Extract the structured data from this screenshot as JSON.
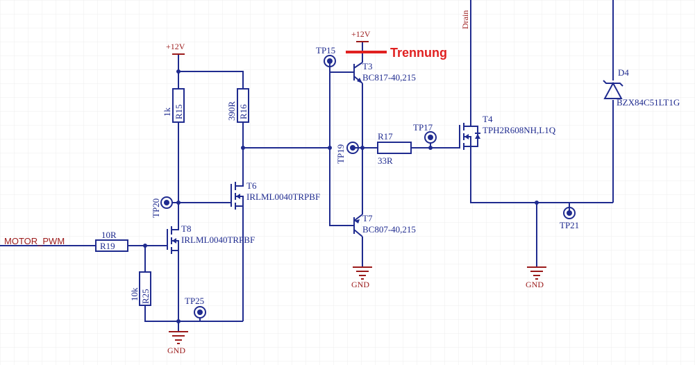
{
  "schematic": {
    "annotation": "Trennung",
    "nets": {
      "motor_pwm": "MOTOR_PWM",
      "drain": "Drain"
    },
    "power": {
      "vcc_left": "+12V",
      "vcc_mid": "+12V",
      "gnd_left": "GND",
      "gnd_mid": "GND",
      "gnd_right": "GND"
    },
    "resistors": {
      "r15": {
        "ref": "R15",
        "value": "1k"
      },
      "r16": {
        "ref": "R16",
        "value": "390R"
      },
      "r17": {
        "ref": "R17",
        "value": "33R"
      },
      "r19": {
        "ref": "R19",
        "value": "10R"
      },
      "r25": {
        "ref": "R25",
        "value": "10k"
      }
    },
    "transistors": {
      "t3": {
        "ref": "T3",
        "part": "BC817-40,215"
      },
      "t4": {
        "ref": "T4",
        "part": "TPH2R608NH,L1Q"
      },
      "t6": {
        "ref": "T6",
        "part": "IRLML0040TRPBF"
      },
      "t7": {
        "ref": "T7",
        "part": "BC807-40,215"
      },
      "t8": {
        "ref": "T8",
        "part": "IRLML0040TRPBF"
      }
    },
    "diodes": {
      "d4": {
        "ref": "D4",
        "part": "BZX84C51LT1G"
      }
    },
    "testpoints": {
      "tp15": "TP15",
      "tp17": "TP17",
      "tp19": "TP19",
      "tp20": "TP20",
      "tp21": "TP21",
      "tp25": "TP25"
    }
  }
}
